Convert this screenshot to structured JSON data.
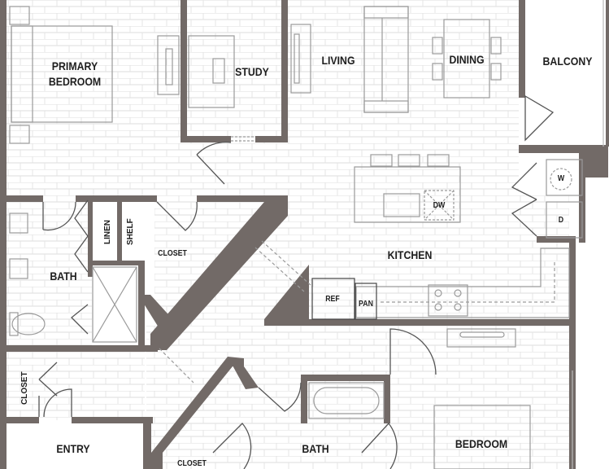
{
  "colors": {
    "wall": "#726a67",
    "floor_line": "#d9d9d9",
    "fixture": "#9a9a9a",
    "text": "#1e1e1e",
    "background": "#ffffff"
  },
  "rooms": {
    "primary_bedroom": "PRIMARY\nBEDROOM",
    "study": "STUDY",
    "living": "LIVING",
    "dining": "DINING",
    "balcony": "BALCONY",
    "kitchen": "KITCHEN",
    "bath_primary": "BATH",
    "closet_primary": "CLOSET",
    "entry": "ENTRY",
    "closet_entry": "CLOSET",
    "closet_hall": "CLOSET",
    "bath_second": "BATH",
    "bedroom": "BEDROOM"
  },
  "storage": {
    "linen": "LINEN",
    "shelf": "SHELF"
  },
  "appliances": {
    "ref": "REF",
    "pan": "PAN",
    "dw": "DW",
    "washer": "W",
    "dryer": "D"
  }
}
